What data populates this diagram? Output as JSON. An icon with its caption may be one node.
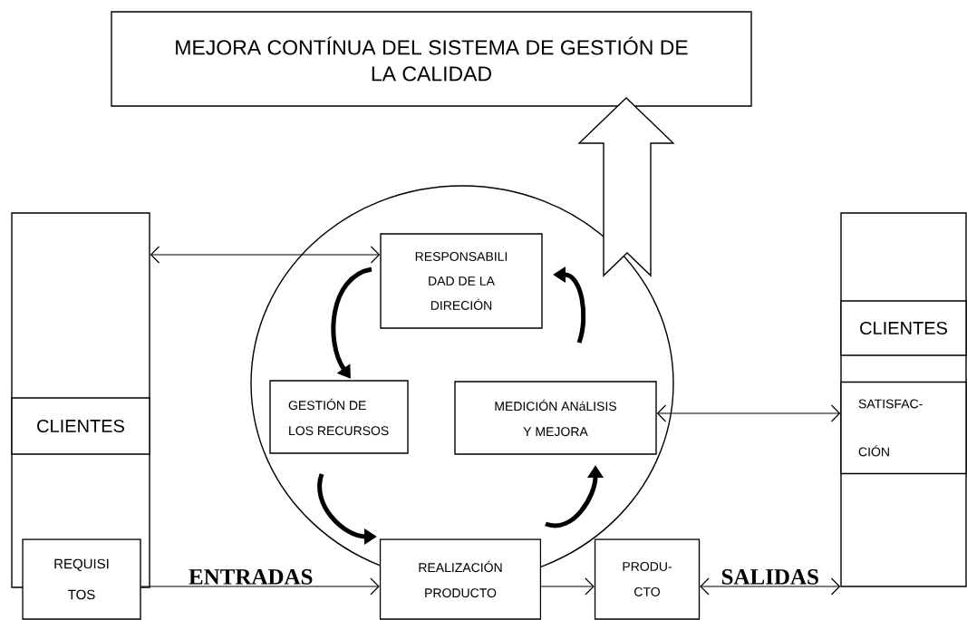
{
  "diagram": {
    "nodes": [
      {
        "text": [
          "MEJORA CONTÍNUA DEL SISTEMA DE GESTIÓN DE LA CALIDAD"
        ]
      },
      {
        "text": [],
        "shape": "box"
      },
      {
        "text": [
          "CLIENTES"
        ],
        "in": 1
      },
      {
        "text": [
          "REQUISI TOS"
        ]
      },
      {
        "text": [],
        "shape": "ellipse"
      },
      {
        "text": [
          "RESPONSABILI DAD DE LA DIRECIÓN"
        ],
        "in": 4
      },
      {
        "text": [
          "GESTIÓN DE LOS RECURSOS"
        ],
        "in": 4
      },
      {
        "text": [
          "MEDICIÓN ANáLISIS Y MEJORA"
        ],
        "in": 4
      },
      {
        "text": [
          "REALIZACIÓN PRODUCTO"
        ]
      },
      {
        "text": [
          "PRODU- CTO"
        ]
      },
      {
        "text": [],
        "shape": "box"
      },
      {
        "text": [
          "CLIENTES"
        ],
        "in": 10
      },
      {
        "text": [
          "SATISFAC- CIÓN"
        ],
        "in": 10
      }
    ],
    "edges": [
      {
        "from": 1,
        "to": 5,
        "arrow": "both"
      },
      {
        "from": 3,
        "to": 8,
        "arrow": "to",
        "label": "ENTRADAS"
      },
      {
        "from": 8,
        "to": 9,
        "arrow": "to"
      },
      {
        "from": 9,
        "to": 10,
        "arrow": "both",
        "label": "SALIDAS"
      },
      {
        "from": 7,
        "to": 12,
        "arrow": "both"
      },
      {
        "from": 4,
        "to": 0,
        "arrow": "to"
      },
      {
        "from": 5,
        "to": 6,
        "arrow": "to",
        "style": "thick"
      },
      {
        "from": 6,
        "to": 8,
        "arrow": "to",
        "style": "thick"
      },
      {
        "from": 8,
        "to": 7,
        "arrow": "to",
        "style": "thick"
      },
      {
        "from": 7,
        "to": 5,
        "arrow": "to",
        "style": "thick"
      }
    ]
  }
}
